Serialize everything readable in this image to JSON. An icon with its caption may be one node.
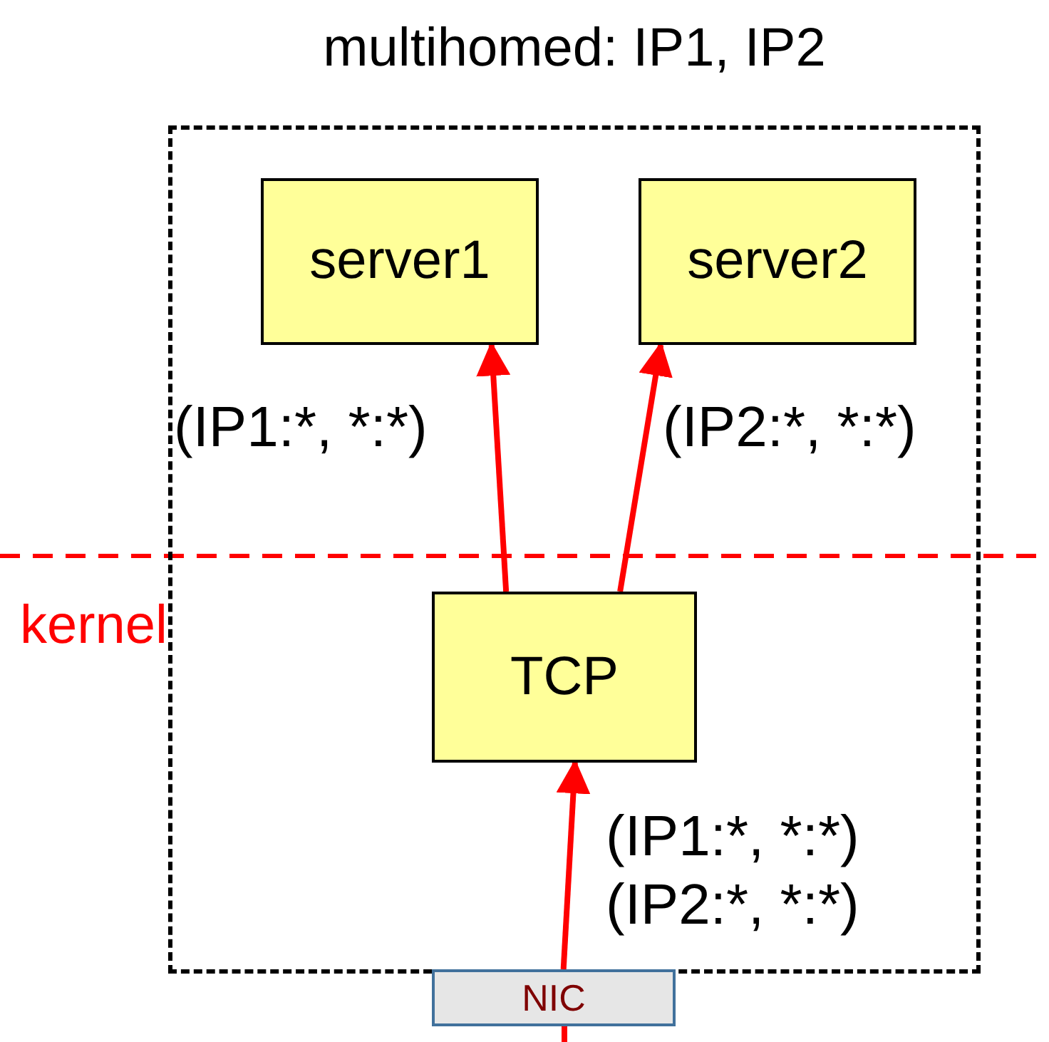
{
  "diagram": {
    "nodes": [
      {
        "text": [
          "multihomed: IP1, IP2"
        ]
      },
      {
        "text": [
          "server1"
        ],
        "in": 0
      },
      {
        "text": [
          "server2"
        ],
        "in": 0
      },
      {
        "text": [
          "TCP"
        ],
        "in": 0
      },
      {
        "text": [
          "NIC"
        ]
      }
    ],
    "edges": [
      {
        "from": 3,
        "to": 1,
        "arrow": "to",
        "label": "(IP1:*, *:*)"
      },
      {
        "from": 3,
        "to": 2,
        "arrow": "to",
        "label": "(IP2:*, *:*)"
      },
      {
        "from": 4,
        "to": 3,
        "arrow": "to",
        "label": "(IP1:*, *:*) (IP2:*, *:*)"
      }
    ],
    "labels": [
      "kernel"
    ]
  }
}
